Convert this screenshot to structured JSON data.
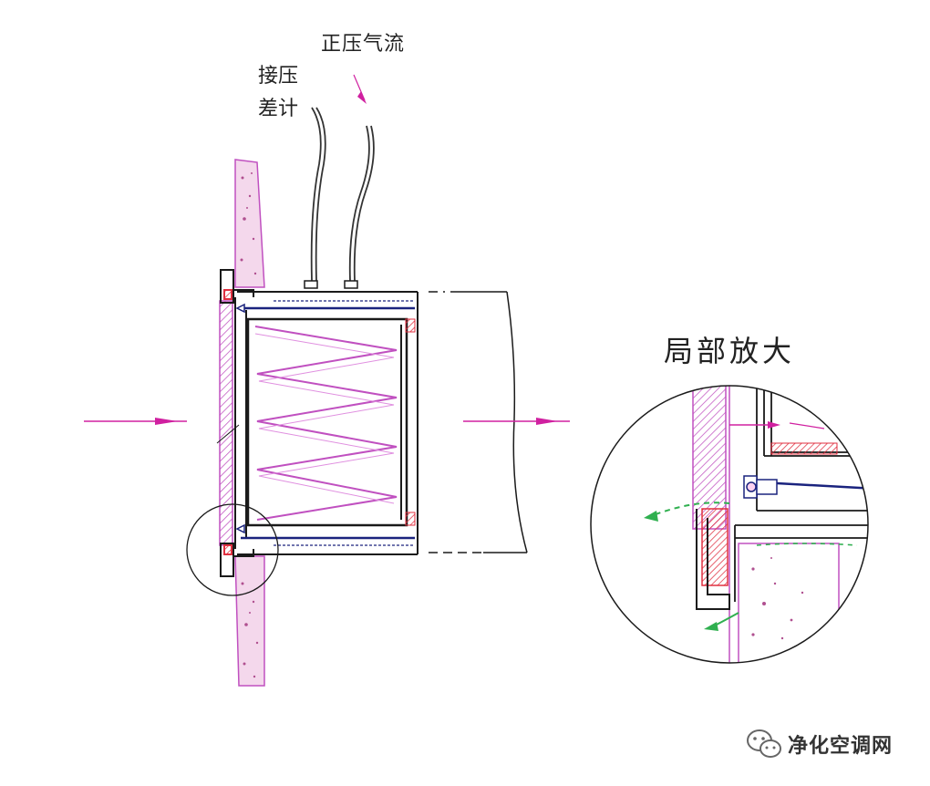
{
  "labels": {
    "positive_pressure_airflow": "正压气流",
    "differential_gauge": "接压差计",
    "zoom_detail": "局部放大"
  },
  "watermark": {
    "text": "净化空调网",
    "icon": "wechat-icon"
  },
  "colors": {
    "line": "#1a1a1a",
    "frame_blue": "#1a237e",
    "filter_pleat": "#c050c0",
    "airflow_arrow": "#d020a0",
    "wall_fill": "#f4d8ec",
    "wall_speckle": "#b05090",
    "seal": "#e03040",
    "leak_arrow": "#30b050"
  }
}
